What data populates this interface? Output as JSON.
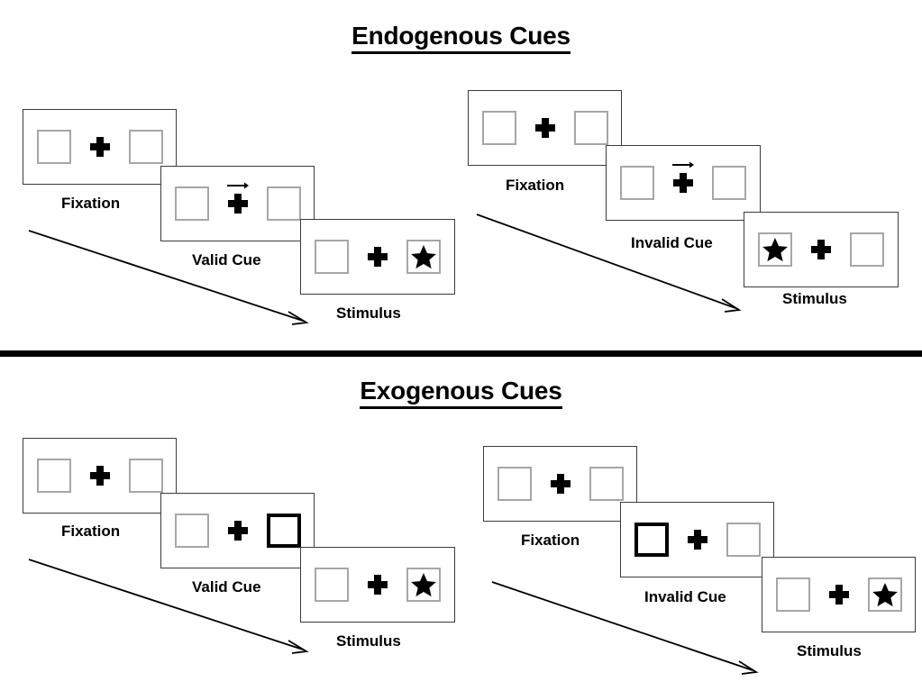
{
  "figure": {
    "sections": [
      {
        "id": "endogenous",
        "title": "Endogenous Cues",
        "groups": [
          {
            "id": "endogenous-valid",
            "stages": [
              {
                "label": "Fixation",
                "left_content": "empty",
                "right_content": "empty",
                "cue": "none",
                "arrow": "none"
              },
              {
                "label": "Valid Cue",
                "left_content": "empty",
                "right_content": "empty",
                "cue": "arrow",
                "arrow": "right"
              },
              {
                "label": "Stimulus",
                "left_content": "empty",
                "right_content": "star",
                "cue": "none",
                "arrow": "none"
              }
            ]
          },
          {
            "id": "endogenous-invalid",
            "stages": [
              {
                "label": "Fixation",
                "left_content": "empty",
                "right_content": "empty",
                "cue": "none",
                "arrow": "none"
              },
              {
                "label": "Invalid Cue",
                "left_content": "empty",
                "right_content": "empty",
                "cue": "arrow",
                "arrow": "right"
              },
              {
                "label": "Stimulus",
                "left_content": "star",
                "right_content": "empty",
                "cue": "none",
                "arrow": "none"
              }
            ]
          }
        ]
      },
      {
        "id": "exogenous",
        "title": "Exogenous Cues",
        "groups": [
          {
            "id": "exogenous-valid",
            "stages": [
              {
                "label": "Fixation",
                "left_content": "empty",
                "right_content": "empty",
                "cue": "none",
                "arrow": "none"
              },
              {
                "label": "Valid Cue",
                "left_content": "empty",
                "right_content": "empty",
                "cue": "right-box-highlight",
                "arrow": "none"
              },
              {
                "label": "Stimulus",
                "left_content": "empty",
                "right_content": "star",
                "cue": "none",
                "arrow": "none"
              }
            ]
          },
          {
            "id": "exogenous-invalid",
            "stages": [
              {
                "label": "Fixation",
                "left_content": "empty",
                "right_content": "empty",
                "cue": "none",
                "arrow": "none"
              },
              {
                "label": "Invalid Cue",
                "left_content": "empty",
                "right_content": "empty",
                "cue": "left-box-highlight",
                "arrow": "none"
              },
              {
                "label": "Stimulus",
                "left_content": "empty",
                "right_content": "star",
                "cue": "none",
                "arrow": "none"
              }
            ]
          }
        ]
      }
    ],
    "colors": {
      "background": "#ffffff",
      "ink": "#000000",
      "panel_border": "#3b3b3b",
      "box_border": "#a6a6a6",
      "cued_box_border": "#000000",
      "divider": "#000000"
    },
    "icons": {
      "fixation_cross": "plus-icon",
      "target": "star-icon",
      "cue_direction": "arrow-right-icon",
      "time_flow": "diagonal-arrow-icon"
    }
  }
}
